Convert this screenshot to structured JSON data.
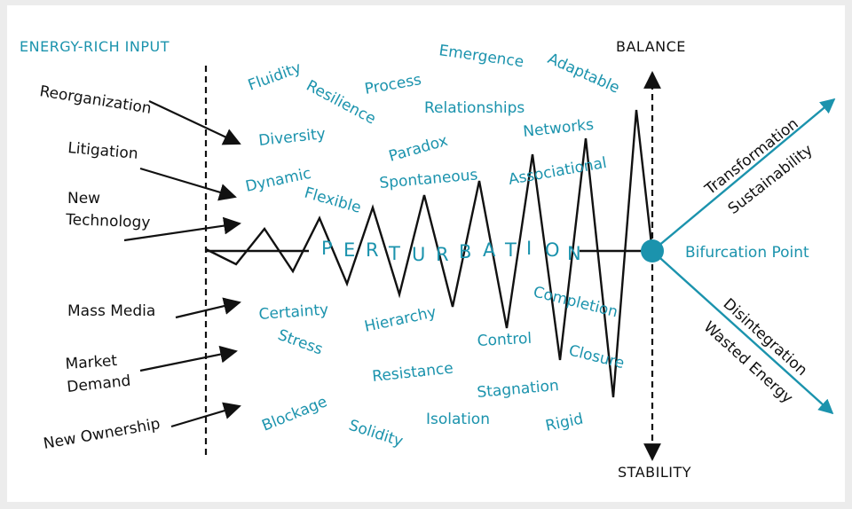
{
  "colors": {
    "teal": "#1b93ad",
    "ink": "#111111",
    "background": "#ffffff"
  },
  "header": {
    "energy_input": "ENERGY-RICH INPUT"
  },
  "axis": {
    "top": "BALANCE",
    "bottom": "STABILITY"
  },
  "inputs": {
    "reorganization": "Reorganization",
    "litigation": "Litigation",
    "new_technology_1": "New",
    "new_technology_2": "Technology",
    "mass_media": "Mass Media",
    "market_demand_1": "Market",
    "market_demand_2": "Demand",
    "new_ownership": "New Ownership"
  },
  "perturbation_letters": [
    "P",
    "E",
    "R",
    "T",
    "U",
    "R",
    "B",
    "A",
    "T",
    "I",
    "O",
    "N"
  ],
  "dynamic_words": {
    "fluidity": "Fluidity",
    "resilience": "Resilience",
    "process": "Process",
    "emergence": "Emergence",
    "adaptable": "Adaptable",
    "relationships": "Relationships",
    "diversity": "Diversity",
    "paradox": "Paradox",
    "networks": "Networks",
    "dynamic": "Dynamic",
    "spontaneous": "Spontaneous",
    "associational": "Associational",
    "flexible": "Flexible"
  },
  "static_words": {
    "certainty": "Certainty",
    "hierarchy": "Hierarchy",
    "completion": "Completion",
    "stress": "Stress",
    "control": "Control",
    "closure": "Closure",
    "resistance": "Resistance",
    "stagnation": "Stagnation",
    "blockage": "Blockage",
    "isolation": "Isolation",
    "rigid": "Rigid",
    "solidity": "Solidity"
  },
  "outcomes": {
    "bifurcation_point": "Bifurcation Point",
    "transformation": "Transformation",
    "sustainability": "Sustainability",
    "disintegration": "Disintegration",
    "wasted_energy": "Wasted Energy"
  }
}
